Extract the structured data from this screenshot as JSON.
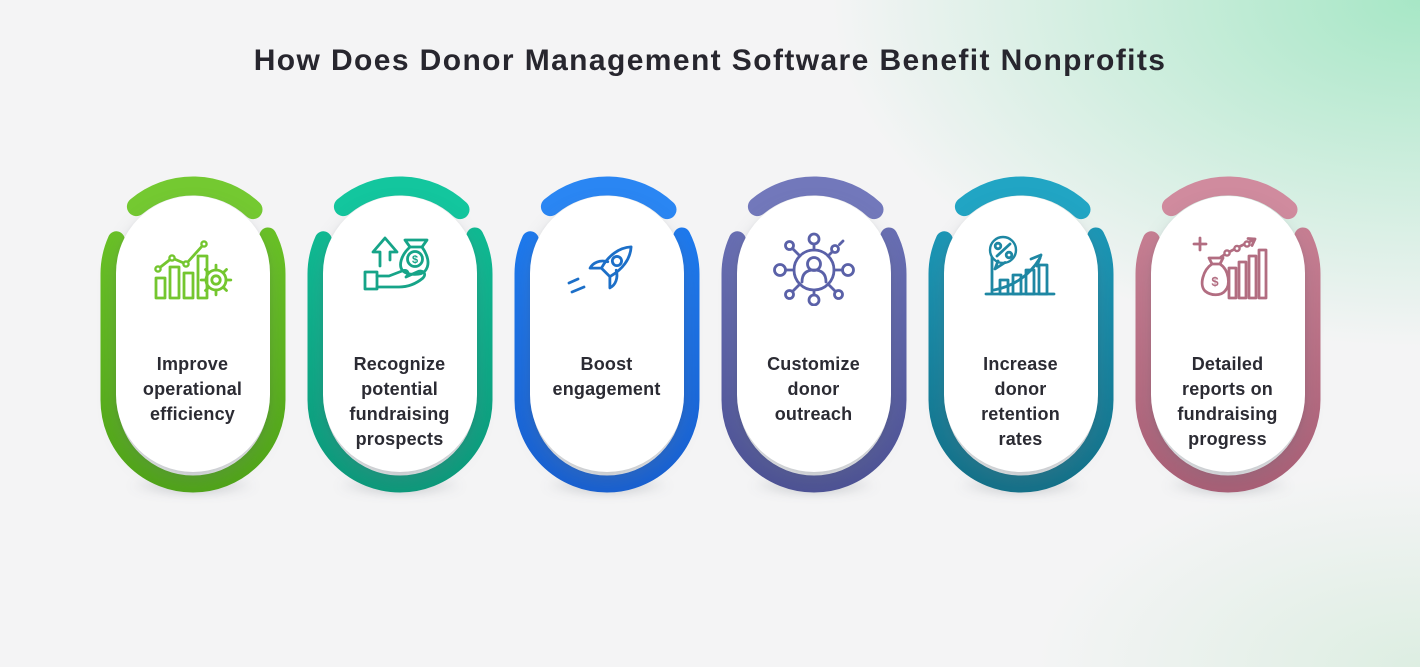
{
  "title": "How Does Donor Management Software Benefit Nonprofits",
  "theme": {
    "background_base": "#f4f4f5",
    "background_tint_top_right": "#a7e7c6",
    "title_color": "#27262e",
    "label_color": "#2b2b33",
    "card_fill": "#ffffff"
  },
  "cards": [
    {
      "label": "Improve operational efficiency",
      "icon": "bar-chart-gear-icon",
      "ring_top": "#74c931",
      "ring_start": "#69c026",
      "ring_end": "#50a517",
      "icon_color": "#74c62f"
    },
    {
      "label": "Recognize potential fundraising prospects",
      "icon": "hand-money-bag-icon",
      "icon_glyph": "$",
      "ring_top": "#13c69e",
      "ring_start": "#10b992",
      "ring_end": "#0b9a7b",
      "icon_color": "#16a488"
    },
    {
      "label": "Boost engagement",
      "icon": "rocket-icon",
      "ring_top": "#2a86f3",
      "ring_start": "#1e79ec",
      "ring_end": "#1760d2",
      "icon_color": "#1c6fc8"
    },
    {
      "label": "Customize donor outreach",
      "icon": "donor-network-icon",
      "ring_top": "#7278bb",
      "ring_start": "#686eb2",
      "ring_end": "#4d5295",
      "icon_color": "#5a61a8"
    },
    {
      "label": "Increase donor retention rates",
      "icon": "retention-growth-icon",
      "ring_top": "#21a5c4",
      "ring_start": "#1c96b5",
      "ring_end": "#127189",
      "icon_color": "#1e87a3"
    },
    {
      "label": "Detailed reports on fundraising progress",
      "icon": "fundraising-report-icon",
      "icon_glyph": "$",
      "ring_top": "#d08b9e",
      "ring_start": "#c67e92",
      "ring_end": "#aa5f76",
      "icon_color": "#b26d81"
    }
  ]
}
